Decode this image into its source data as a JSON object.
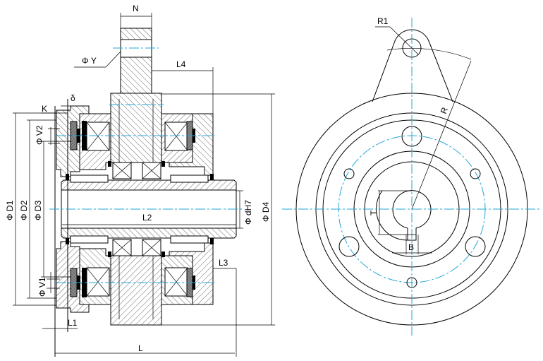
{
  "drawing": {
    "front_view_labels": {
      "n": "N",
      "phi_y": "Φ Y",
      "l4": "L4",
      "k": "K",
      "delta": "δ",
      "phi_v2": "Φ V2",
      "phi_d1": "Φ D1",
      "phi_d2": "Φ D2",
      "phi_d3": "Φ D3",
      "phi_v1": "Φ V1",
      "l1": "L1",
      "l2": "L2",
      "phi_dh7": "Φ dH7",
      "phi_d4": "Φ D4",
      "l3": "L3",
      "l": "L"
    },
    "side_view_labels": {
      "r1": "R1",
      "r": "R",
      "t": "T",
      "b": "B"
    },
    "colors": {
      "line": "#000000",
      "centerline": "#22a8d8"
    }
  }
}
